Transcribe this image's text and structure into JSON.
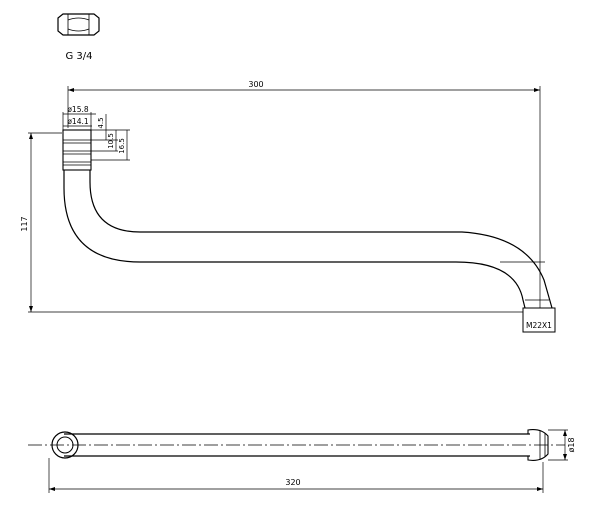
{
  "thread_label": "G 3/4",
  "dimensions": {
    "overall_length_top": "300",
    "height": "117",
    "dia_outer": "ø15.8",
    "dia_inner": "ø14.1",
    "dim_4_5": "4.5",
    "dim_10_5": "10.5",
    "dim_16_5": "16.5",
    "outlet_thread": "M22X1",
    "tube_dia": "ø18",
    "overall_length_bottom": "320"
  }
}
